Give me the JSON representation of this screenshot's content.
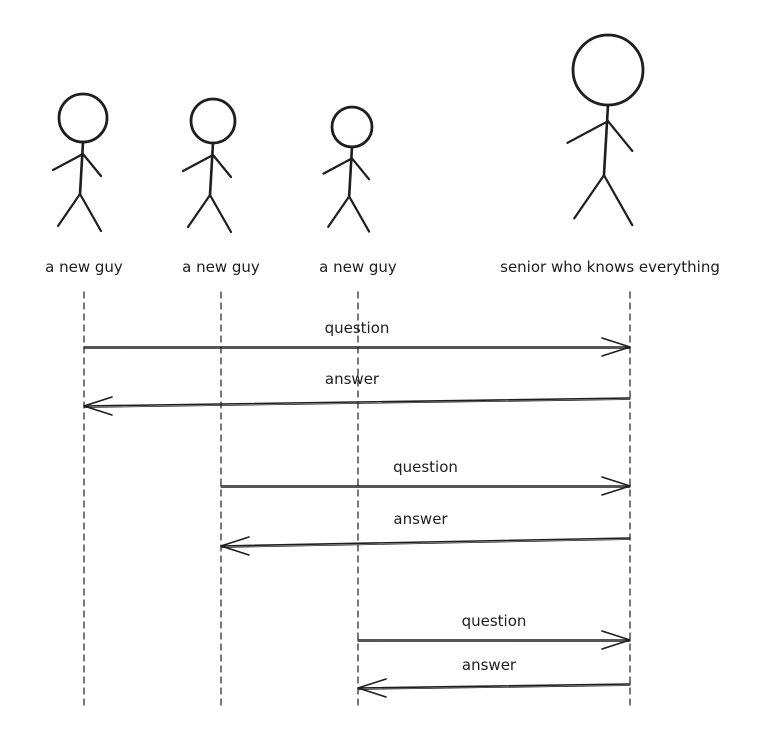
{
  "diagram": {
    "type": "sequence",
    "stroke_color": "#1e1e1e",
    "background": "#ffffff",
    "actors": [
      {
        "label": "a new guy"
      },
      {
        "label": "a new guy"
      },
      {
        "label": "a new guy"
      },
      {
        "label": "senior who knows everything"
      }
    ],
    "messages": [
      {
        "from": 0,
        "to": 3,
        "label": "question"
      },
      {
        "from": 3,
        "to": 0,
        "label": "answer"
      },
      {
        "from": 1,
        "to": 3,
        "label": "question"
      },
      {
        "from": 3,
        "to": 1,
        "label": "answer"
      },
      {
        "from": 2,
        "to": 3,
        "label": "question"
      },
      {
        "from": 3,
        "to": 2,
        "label": "answer"
      }
    ]
  }
}
